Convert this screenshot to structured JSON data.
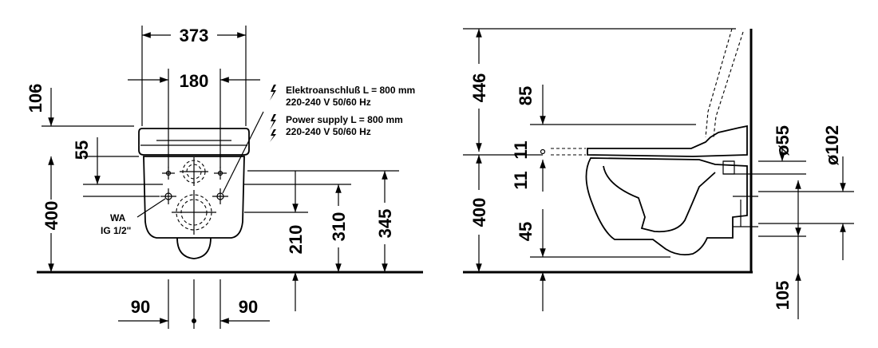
{
  "front_view": {
    "dimensions": {
      "width_total": "373",
      "width_upper": "180",
      "top_offset": "106",
      "seat_gap": "55",
      "height": "400",
      "outlet_height": "210",
      "inlet_height": "310",
      "fixing_height": "345",
      "fixing_left": "90",
      "fixing_right": "90"
    },
    "water_connection": {
      "label": "WA",
      "size": "IG 1/2\""
    },
    "electrical_notes": [
      "Elektroanschluß L = 800 mm",
      "220-240 V  50/60 Hz",
      "Power supply L = 800 mm",
      "220-240 V  50/60 Hz"
    ]
  },
  "side_view": {
    "dimensions": {
      "total_height": "446",
      "seat_lid_offset": "85",
      "gap_top": "11",
      "gap_bottom": "11",
      "height": "400",
      "outlet_offset": "45",
      "diameter_small": "ø55",
      "diameter_large": "ø102",
      "floor_offset": "105"
    }
  }
}
